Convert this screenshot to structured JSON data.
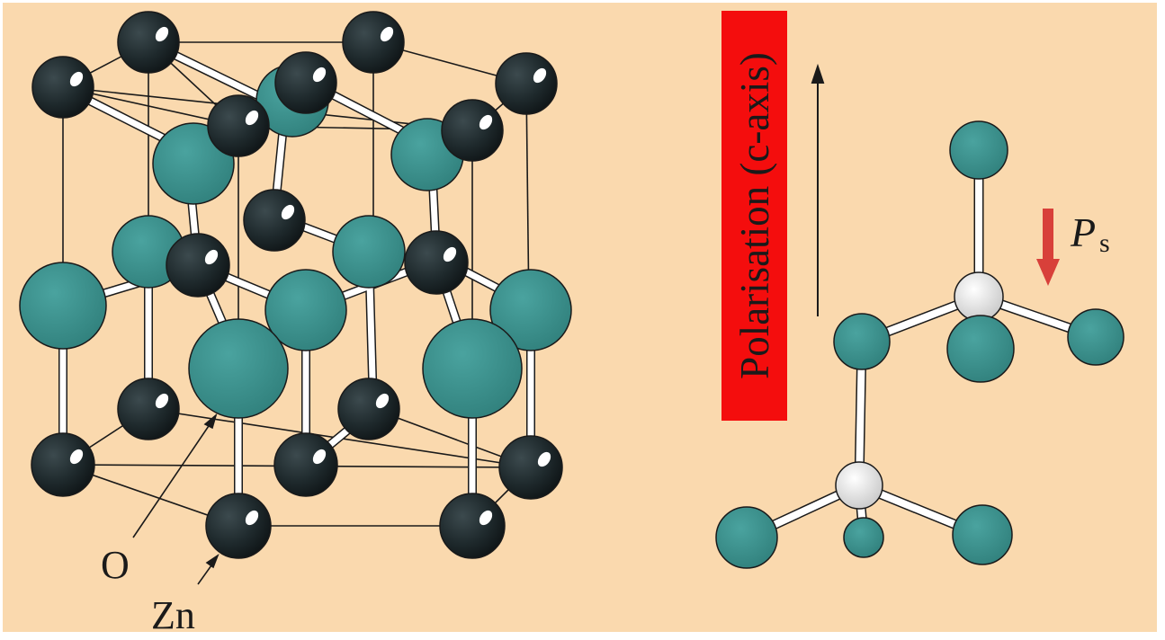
{
  "labels": {
    "oxygen": "O",
    "zinc": "Zn",
    "polarisation": "Polarisation (c-axis)",
    "ps_symbol": "P",
    "ps_subscript": "s"
  },
  "colors": {
    "background": "#fad9ae",
    "zinc_atom": "#1f2a2d",
    "oxygen_atom": "#3f9692",
    "bond": "#ffffff",
    "polarisation_box": "#f40d0d",
    "ps_arrow": "#d8403a",
    "tetra_center": "#ececec"
  }
}
